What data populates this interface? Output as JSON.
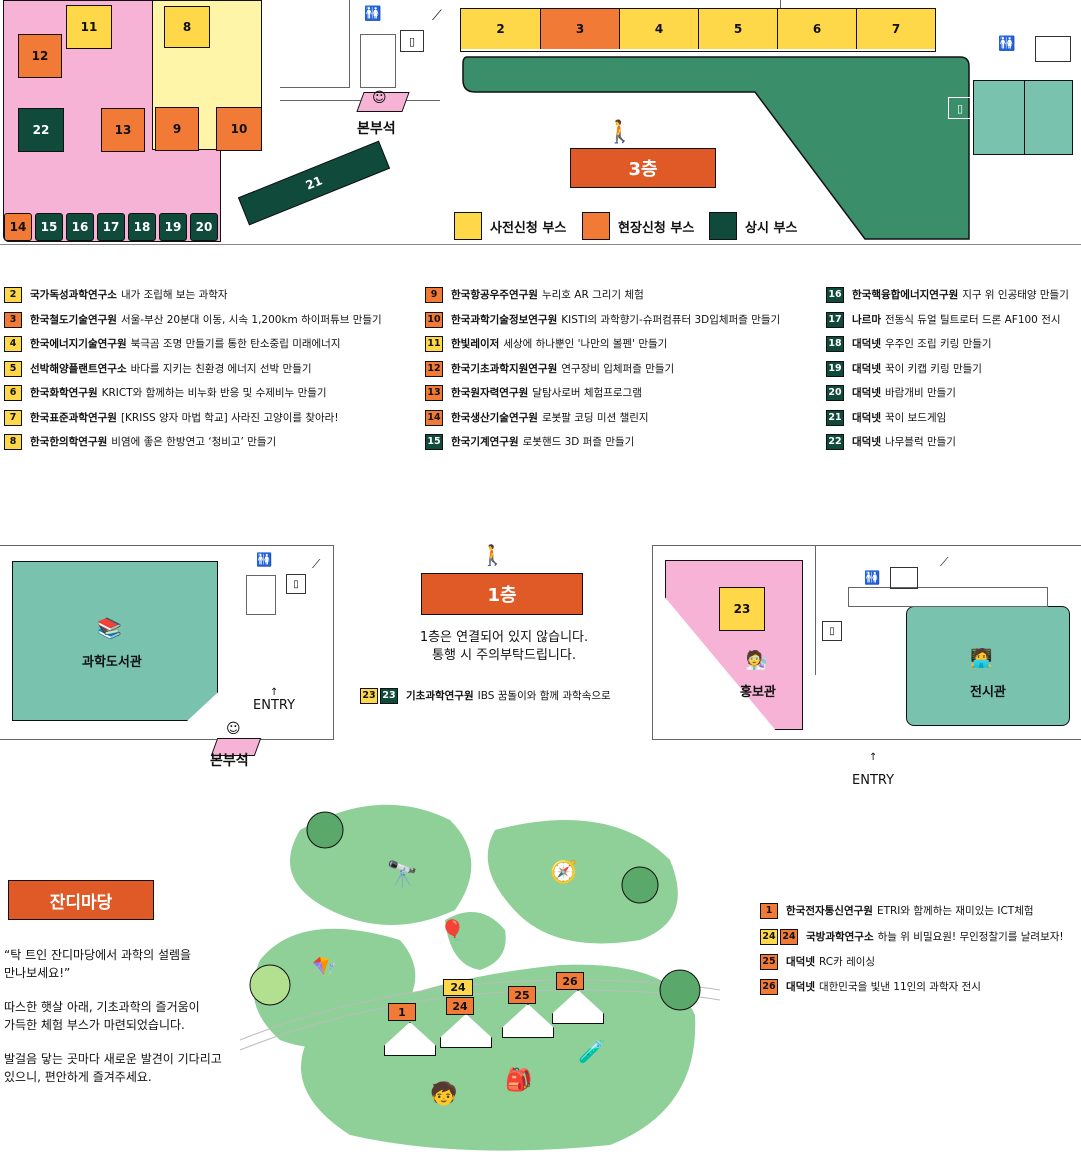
{
  "floor3": {
    "title": "3층",
    "reception": "본부석",
    "booths_top": [
      "2",
      "3",
      "4",
      "5",
      "6",
      "7"
    ],
    "booth_8": "8",
    "booth_9": "9",
    "booth_10": "10",
    "booth_11": "11",
    "booth_12": "12",
    "booth_13": "13",
    "booth_21": "21",
    "booth_22": "22",
    "booths_bottom": [
      "14",
      "15",
      "16",
      "17",
      "18",
      "19",
      "20"
    ],
    "legend": {
      "pre": "사전신청 부스",
      "site": "현장신청 부스",
      "perm": "상시 부스"
    }
  },
  "list_col1": [
    {
      "n": "2",
      "org": "국가독성과학연구소",
      "desc": "내가 조립해 보는 과학자"
    },
    {
      "n": "3",
      "org": "한국철도기술연구원",
      "desc": "서울-부산 20분대 이동, 시속 1,200km 하이퍼튜브 만들기"
    },
    {
      "n": "4",
      "org": "한국에너지기술연구원",
      "desc": "북극곰 조명 만들기를 통한 탄소중립 미래에너지"
    },
    {
      "n": "5",
      "org": "선박해양플랜트연구소",
      "desc": "바다를 지키는 친환경 에너지 선박 만들기"
    },
    {
      "n": "6",
      "org": "한국화학연구원",
      "desc": "KRICT와 함께하는 비누화 반응 및 수제비누 만들기"
    },
    {
      "n": "7",
      "org": "한국표준과학연구원",
      "desc": "[KRISS 양자 마법 학교] 사라진 고양이를 찾아라!"
    },
    {
      "n": "8",
      "org": "한국한의학연구원",
      "desc": "비염에 좋은 한방연고 ‘청비고’ 만들기"
    }
  ],
  "list_col2": [
    {
      "n": "9",
      "org": "한국항공우주연구원",
      "desc": "누리호 AR 그리기 체험"
    },
    {
      "n": "10",
      "org": "한국과학기술정보연구원",
      "desc": "KISTI의 과학향기-슈퍼컴퓨터 3D입체퍼즐 만들기"
    },
    {
      "n": "11",
      "org": "한빛레이저",
      "desc": "세상에 하나뿐인 '나만의 볼펜' 만들기"
    },
    {
      "n": "12",
      "org": "한국기초과학지원연구원",
      "desc": "연구장비 입체퍼즐 만들기"
    },
    {
      "n": "13",
      "org": "한국원자력연구원",
      "desc": "달탐사로버 체험프로그램"
    },
    {
      "n": "14",
      "org": "한국생산기술연구원",
      "desc": "로봇팔 코딩 미션 챌린지"
    },
    {
      "n": "15",
      "org": "한국기계연구원",
      "desc": "로봇핸드 3D 퍼즐 만들기"
    }
  ],
  "list_col3": [
    {
      "n": "16",
      "org": "한국핵융합에너지연구원",
      "desc": "지구 위 인공태양 만들기"
    },
    {
      "n": "17",
      "org": "나르마",
      "desc": "전동식 듀얼 틸트로터 드론 AF100 전시"
    },
    {
      "n": "18",
      "org": "대덕넷",
      "desc": "우주인 조립 키링 만들기"
    },
    {
      "n": "19",
      "org": "대덕넷",
      "desc": "꾹이 키캡 키링 만들기"
    },
    {
      "n": "20",
      "org": "대덕넷",
      "desc": "바람개비 만들기"
    },
    {
      "n": "21",
      "org": "대덕넷",
      "desc": "꾹이 보드게임"
    },
    {
      "n": "22",
      "org": "대덕넷",
      "desc": "나무블럭 만들기"
    }
  ],
  "floor1": {
    "title": "1층",
    "notice_1": "1층은 연결되어 있지 않습니다.",
    "notice_2": "통행 시 주의부탁드립니다.",
    "library": "과학도서관",
    "entry_left": "ENTRY",
    "reception": "본부석",
    "pr_hall": "홍보관",
    "exhibit_hall": "전시관",
    "entry_right": "ENTRY",
    "booth_23": "23",
    "item23": {
      "n1": "23",
      "n2": "23",
      "org": "기초과학연구원",
      "desc": "IBS 꿈돌이와 함께 과학속으로"
    }
  },
  "lawn": {
    "title": "잔디마당",
    "intro_1": "“탁 트인 잔디마당에서 과학의 설렘을",
    "intro_2": "만나보세요!”",
    "intro_3": "따스한 햇살 아래, 기초과학의 즐거움이",
    "intro_4": "가득한 체험 부스가 마련되었습니다.",
    "intro_5": "발걸음 닿는 곳마다 새로운 발견이 기다리고",
    "intro_6": "있으니, 편안하게 즐겨주세요.",
    "tents": [
      "1",
      "24",
      "24",
      "25",
      "26"
    ],
    "list": [
      {
        "n": "1",
        "org": "한국전자통신연구원",
        "desc": "ETRI와 함께하는 재미있는 ICT체험"
      },
      {
        "n": "24",
        "n2": "24",
        "org": "국방과학연구소",
        "desc": "하늘 위 비밀요원! 무인정찰기를 날려보자!"
      },
      {
        "n": "25",
        "org": "대덕넷",
        "desc": "RC카 레이싱"
      },
      {
        "n": "26",
        "org": "대덕넷",
        "desc": "대한민국을 빛낸 11인의 과학자 전시"
      }
    ]
  },
  "colors": {
    "pre": "#ffd84a",
    "site": "#f07a36",
    "perm": "#0f4a3a",
    "pink": "#f7b3d6",
    "mint": "#79c2ae",
    "green": "#3a8f6a",
    "banner": "#e05a28",
    "lawn": "#8fcf98"
  }
}
